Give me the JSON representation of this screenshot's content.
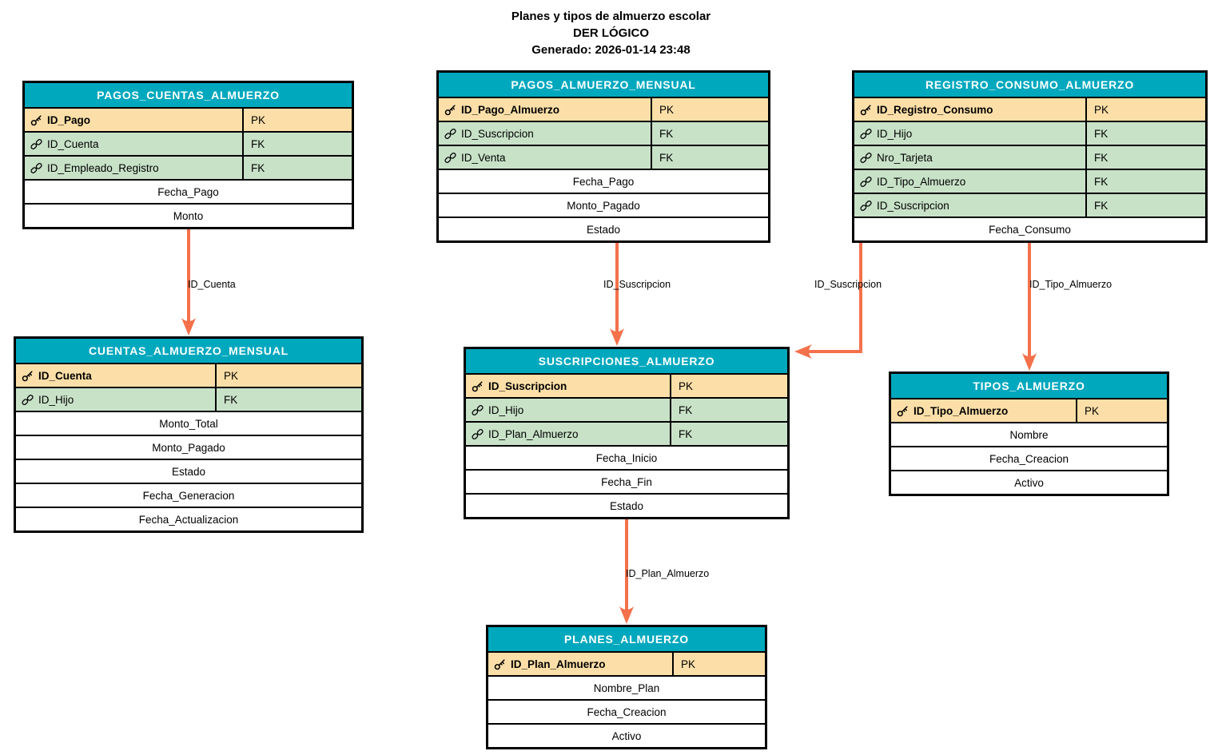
{
  "title": {
    "line1": "Planes y tipos de almuerzo escolar",
    "line2": "DER LÓGICO",
    "line3": "Generado: 2026-01-14 23:48"
  },
  "colors": {
    "header_bg": "#00A8BE",
    "header_text": "#FFFFFF",
    "pk_row_bg": "#FCDFA8",
    "fk_row_bg": "#C8E2C8",
    "edge": "#F4714B",
    "border": "#000000",
    "canvas_bg": "#FFFFFF"
  },
  "icons": {
    "pk": "key-icon",
    "fk": "link-icon"
  },
  "tables": {
    "pagos_cuentas": {
      "title": "PAGOS_CUENTAS_ALMUERZO",
      "rows": [
        {
          "name": "ID_Pago",
          "badge": "PK"
        },
        {
          "name": "ID_Cuenta",
          "badge": "FK"
        },
        {
          "name": "ID_Empleado_Registro",
          "badge": "FK"
        },
        {
          "name": "Fecha_Pago"
        },
        {
          "name": "Monto"
        }
      ]
    },
    "pagos_mensual": {
      "title": "PAGOS_ALMUERZO_MENSUAL",
      "rows": [
        {
          "name": "ID_Pago_Almuerzo",
          "badge": "PK"
        },
        {
          "name": "ID_Suscripcion",
          "badge": "FK"
        },
        {
          "name": "ID_Venta",
          "badge": "FK"
        },
        {
          "name": "Fecha_Pago"
        },
        {
          "name": "Monto_Pagado"
        },
        {
          "name": "Estado"
        }
      ]
    },
    "registro": {
      "title": "REGISTRO_CONSUMO_ALMUERZO",
      "rows": [
        {
          "name": "ID_Registro_Consumo",
          "badge": "PK"
        },
        {
          "name": "ID_Hijo",
          "badge": "FK"
        },
        {
          "name": "Nro_Tarjeta",
          "badge": "FK"
        },
        {
          "name": "ID_Tipo_Almuerzo",
          "badge": "FK"
        },
        {
          "name": "ID_Suscripcion",
          "badge": "FK"
        },
        {
          "name": "Fecha_Consumo"
        }
      ]
    },
    "cuentas": {
      "title": "CUENTAS_ALMUERZO_MENSUAL",
      "rows": [
        {
          "name": "ID_Cuenta",
          "badge": "PK"
        },
        {
          "name": "ID_Hijo",
          "badge": "FK"
        },
        {
          "name": "Monto_Total"
        },
        {
          "name": "Monto_Pagado"
        },
        {
          "name": "Estado"
        },
        {
          "name": "Fecha_Generacion"
        },
        {
          "name": "Fecha_Actualizacion"
        }
      ]
    },
    "suscripciones": {
      "title": "SUSCRIPCIONES_ALMUERZO",
      "rows": [
        {
          "name": "ID_Suscripcion",
          "badge": "PK"
        },
        {
          "name": "ID_Hijo",
          "badge": "FK"
        },
        {
          "name": "ID_Plan_Almuerzo",
          "badge": "FK"
        },
        {
          "name": "Fecha_Inicio"
        },
        {
          "name": "Fecha_Fin"
        },
        {
          "name": "Estado"
        }
      ]
    },
    "tipos": {
      "title": "TIPOS_ALMUERZO",
      "rows": [
        {
          "name": "ID_Tipo_Almuerzo",
          "badge": "PK"
        },
        {
          "name": "Nombre"
        },
        {
          "name": "Fecha_Creacion"
        },
        {
          "name": "Activo"
        }
      ]
    },
    "planes": {
      "title": "PLANES_ALMUERZO",
      "rows": [
        {
          "name": "ID_Plan_Almuerzo",
          "badge": "PK"
        },
        {
          "name": "Nombre_Plan"
        },
        {
          "name": "Fecha_Creacion"
        },
        {
          "name": "Activo"
        }
      ]
    }
  },
  "edges": {
    "e_cuenta": {
      "label": "ID_Cuenta"
    },
    "e_susc_pagos": {
      "label": "ID_Suscripcion"
    },
    "e_susc_registro": {
      "label": "ID_Suscripcion"
    },
    "e_tipo": {
      "label": "ID_Tipo_Almuerzo"
    },
    "e_plan": {
      "label": "ID_Plan_Almuerzo"
    }
  }
}
